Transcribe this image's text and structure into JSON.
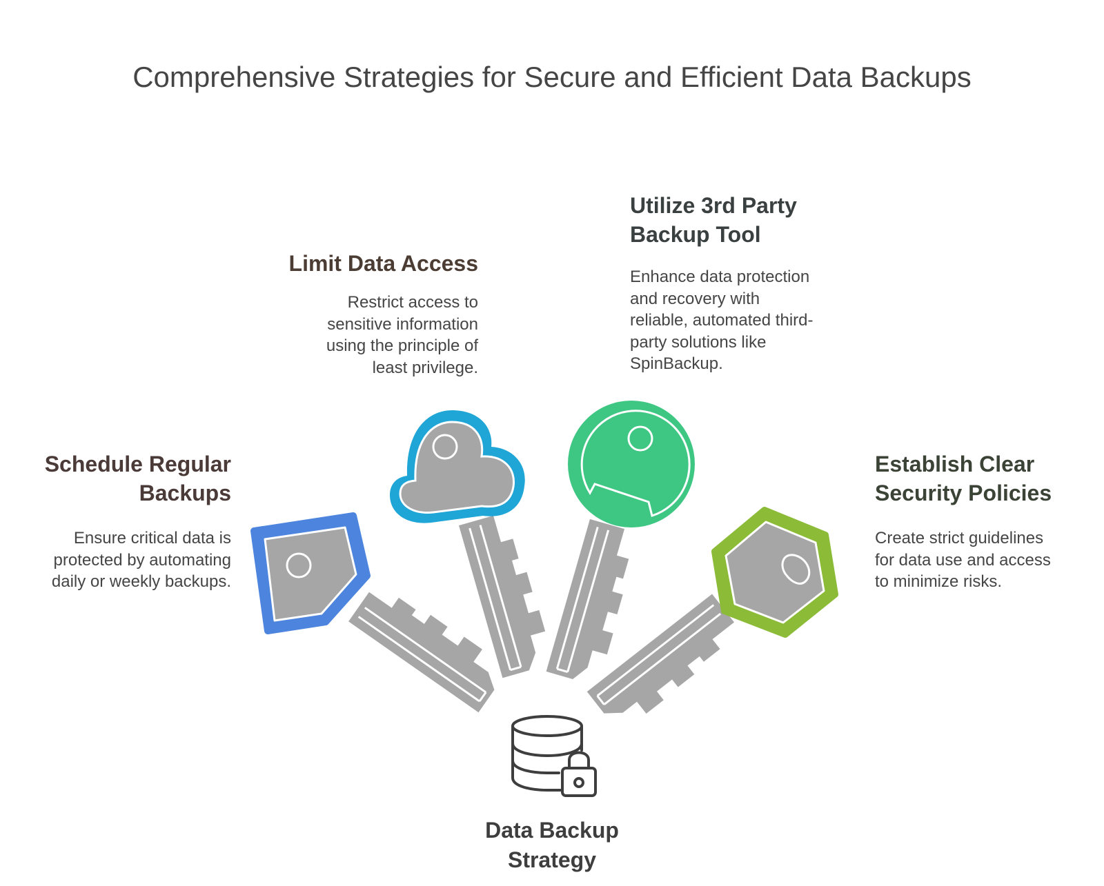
{
  "title": "Comprehensive Strategies for Secure and Efficient Data Backups",
  "center": {
    "label_line1": "Data Backup",
    "label_line2": "Strategy",
    "icon": "database-lock-icon"
  },
  "items": [
    {
      "id": "schedule",
      "heading_line1": "Schedule Regular",
      "heading_line2": "Backups",
      "desc_lines": [
        "Ensure critical data is",
        "protected by automating",
        "daily or weekly backups."
      ],
      "color": "#4d85de",
      "icon": "key-icon"
    },
    {
      "id": "limit",
      "heading_line1": "Limit Data Access",
      "desc_lines": [
        "Restrict access to",
        "sensitive information",
        "using the principle of",
        "least privilege."
      ],
      "color": "#1fa6d6",
      "icon": "key-icon"
    },
    {
      "id": "third-party",
      "heading_line1": "Utilize 3rd Party",
      "heading_line2": "Backup Tool",
      "desc_lines": [
        "Enhance data protection",
        "and recovery with",
        "reliable, automated third-",
        "party solutions like",
        "SpinBackup."
      ],
      "color": "#3ec683",
      "icon": "key-icon"
    },
    {
      "id": "policies",
      "heading_line1": "Establish Clear",
      "heading_line2": "Security Policies",
      "desc_lines": [
        "Create strict guidelines",
        "for data use and access",
        "to minimize risks."
      ],
      "color": "#8cbb38",
      "icon": "key-icon"
    }
  ],
  "key_gray": "#a6a6a6"
}
